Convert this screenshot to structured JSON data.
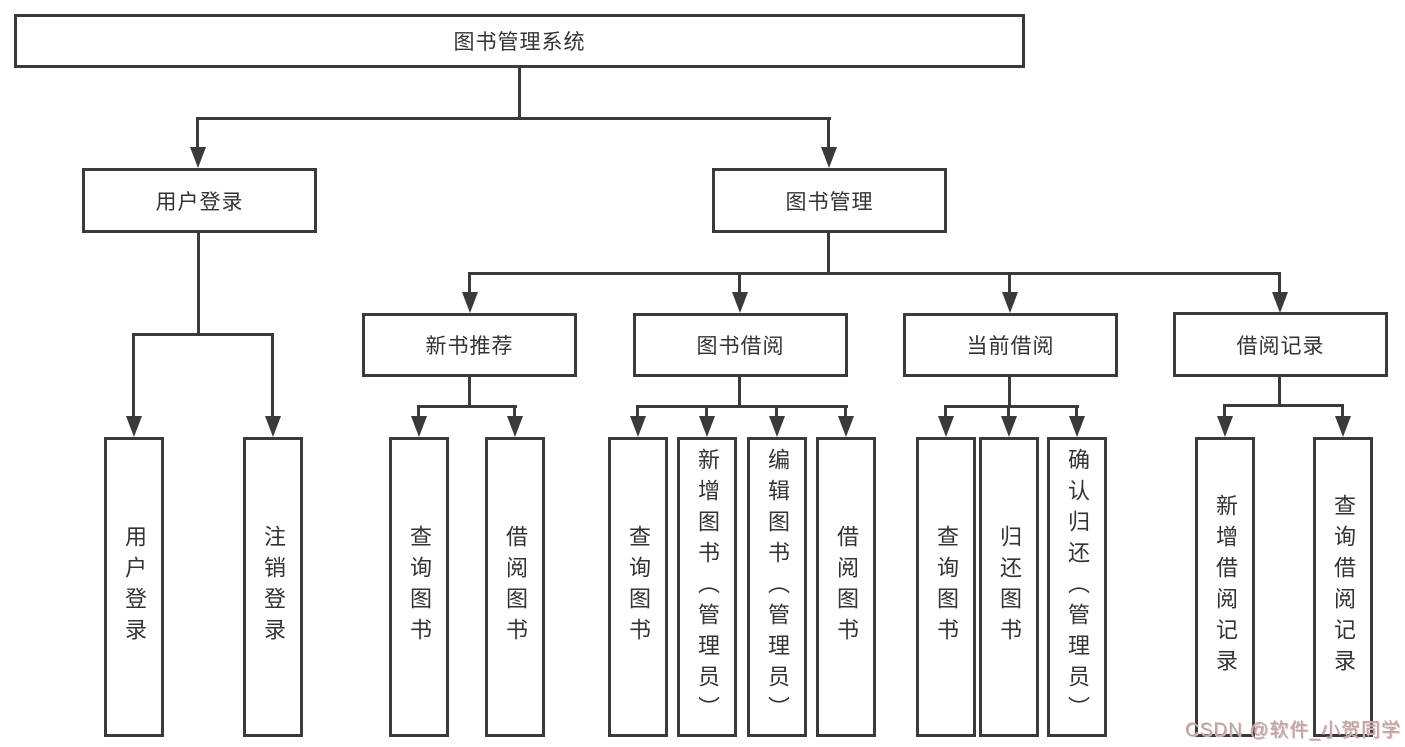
{
  "diagram": {
    "title": "图书管理系统",
    "root": {
      "label": "图书管理系统"
    },
    "level2": [
      {
        "label": "用户登录"
      },
      {
        "label": "图书管理"
      }
    ],
    "level3": [
      {
        "label": "新书推荐"
      },
      {
        "label": "图书借阅"
      },
      {
        "label": "当前借阅"
      },
      {
        "label": "借阅记录"
      }
    ],
    "leaves": [
      {
        "label": "用户登录"
      },
      {
        "label": "注销登录"
      },
      {
        "label": "查询图书"
      },
      {
        "label": "借阅图书"
      },
      {
        "label": "查询图书"
      },
      {
        "label": "新增图书（管理员）"
      },
      {
        "label": "编辑图书（管理员）"
      },
      {
        "label": "借阅图书"
      },
      {
        "label": "查询图书"
      },
      {
        "label": "归还图书"
      },
      {
        "label": "确认归还（管理员）"
      },
      {
        "label": "新增借阅记录"
      },
      {
        "label": "查询借阅记录"
      }
    ],
    "colors": {
      "line": "#3a3a3a",
      "text": "#333333",
      "background": "#ffffff",
      "watermark_gray": "#b3abab",
      "watermark_pink": "#eaacac"
    },
    "watermark": {
      "text": "CSDN @软件_小贺同学"
    }
  }
}
